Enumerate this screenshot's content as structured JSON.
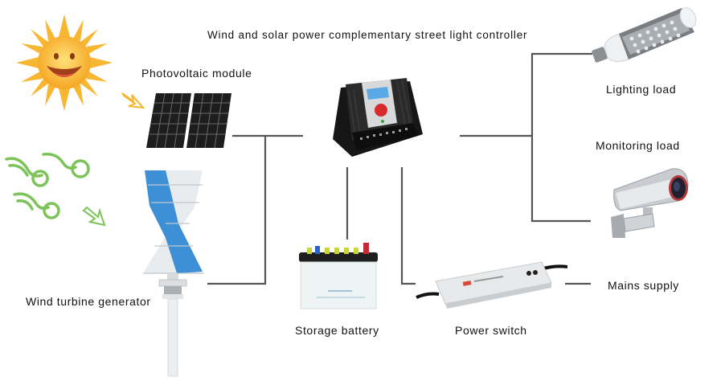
{
  "title": "Wind and solar power complementary street light controller",
  "labels": {
    "photovoltaic": "Photovoltaic module",
    "wind_turbine": "Wind turbine generator",
    "battery": "Storage battery",
    "power_switch": "Power switch",
    "lighting": "Lighting load",
    "monitoring": "Monitoring load",
    "mains": "Mains supply"
  },
  "icons": {
    "sun": "sun-icon",
    "wind": "wind-icon",
    "solar_panel": "solar-panel-icon",
    "turbine": "wind-turbine-icon",
    "controller": "controller-icon",
    "battery": "battery-icon",
    "power_supply": "power-supply-icon",
    "led_lamp": "led-lamp-icon",
    "camera": "security-camera-icon"
  },
  "colors": {
    "wire": "#555555",
    "sun": "#f5b731",
    "wind": "#7cc35a",
    "turbine_blue": "#3d8fd6",
    "controller_body": "#1c1c1c",
    "lcd": "#5aa9e6",
    "button_red": "#d62b2b"
  }
}
